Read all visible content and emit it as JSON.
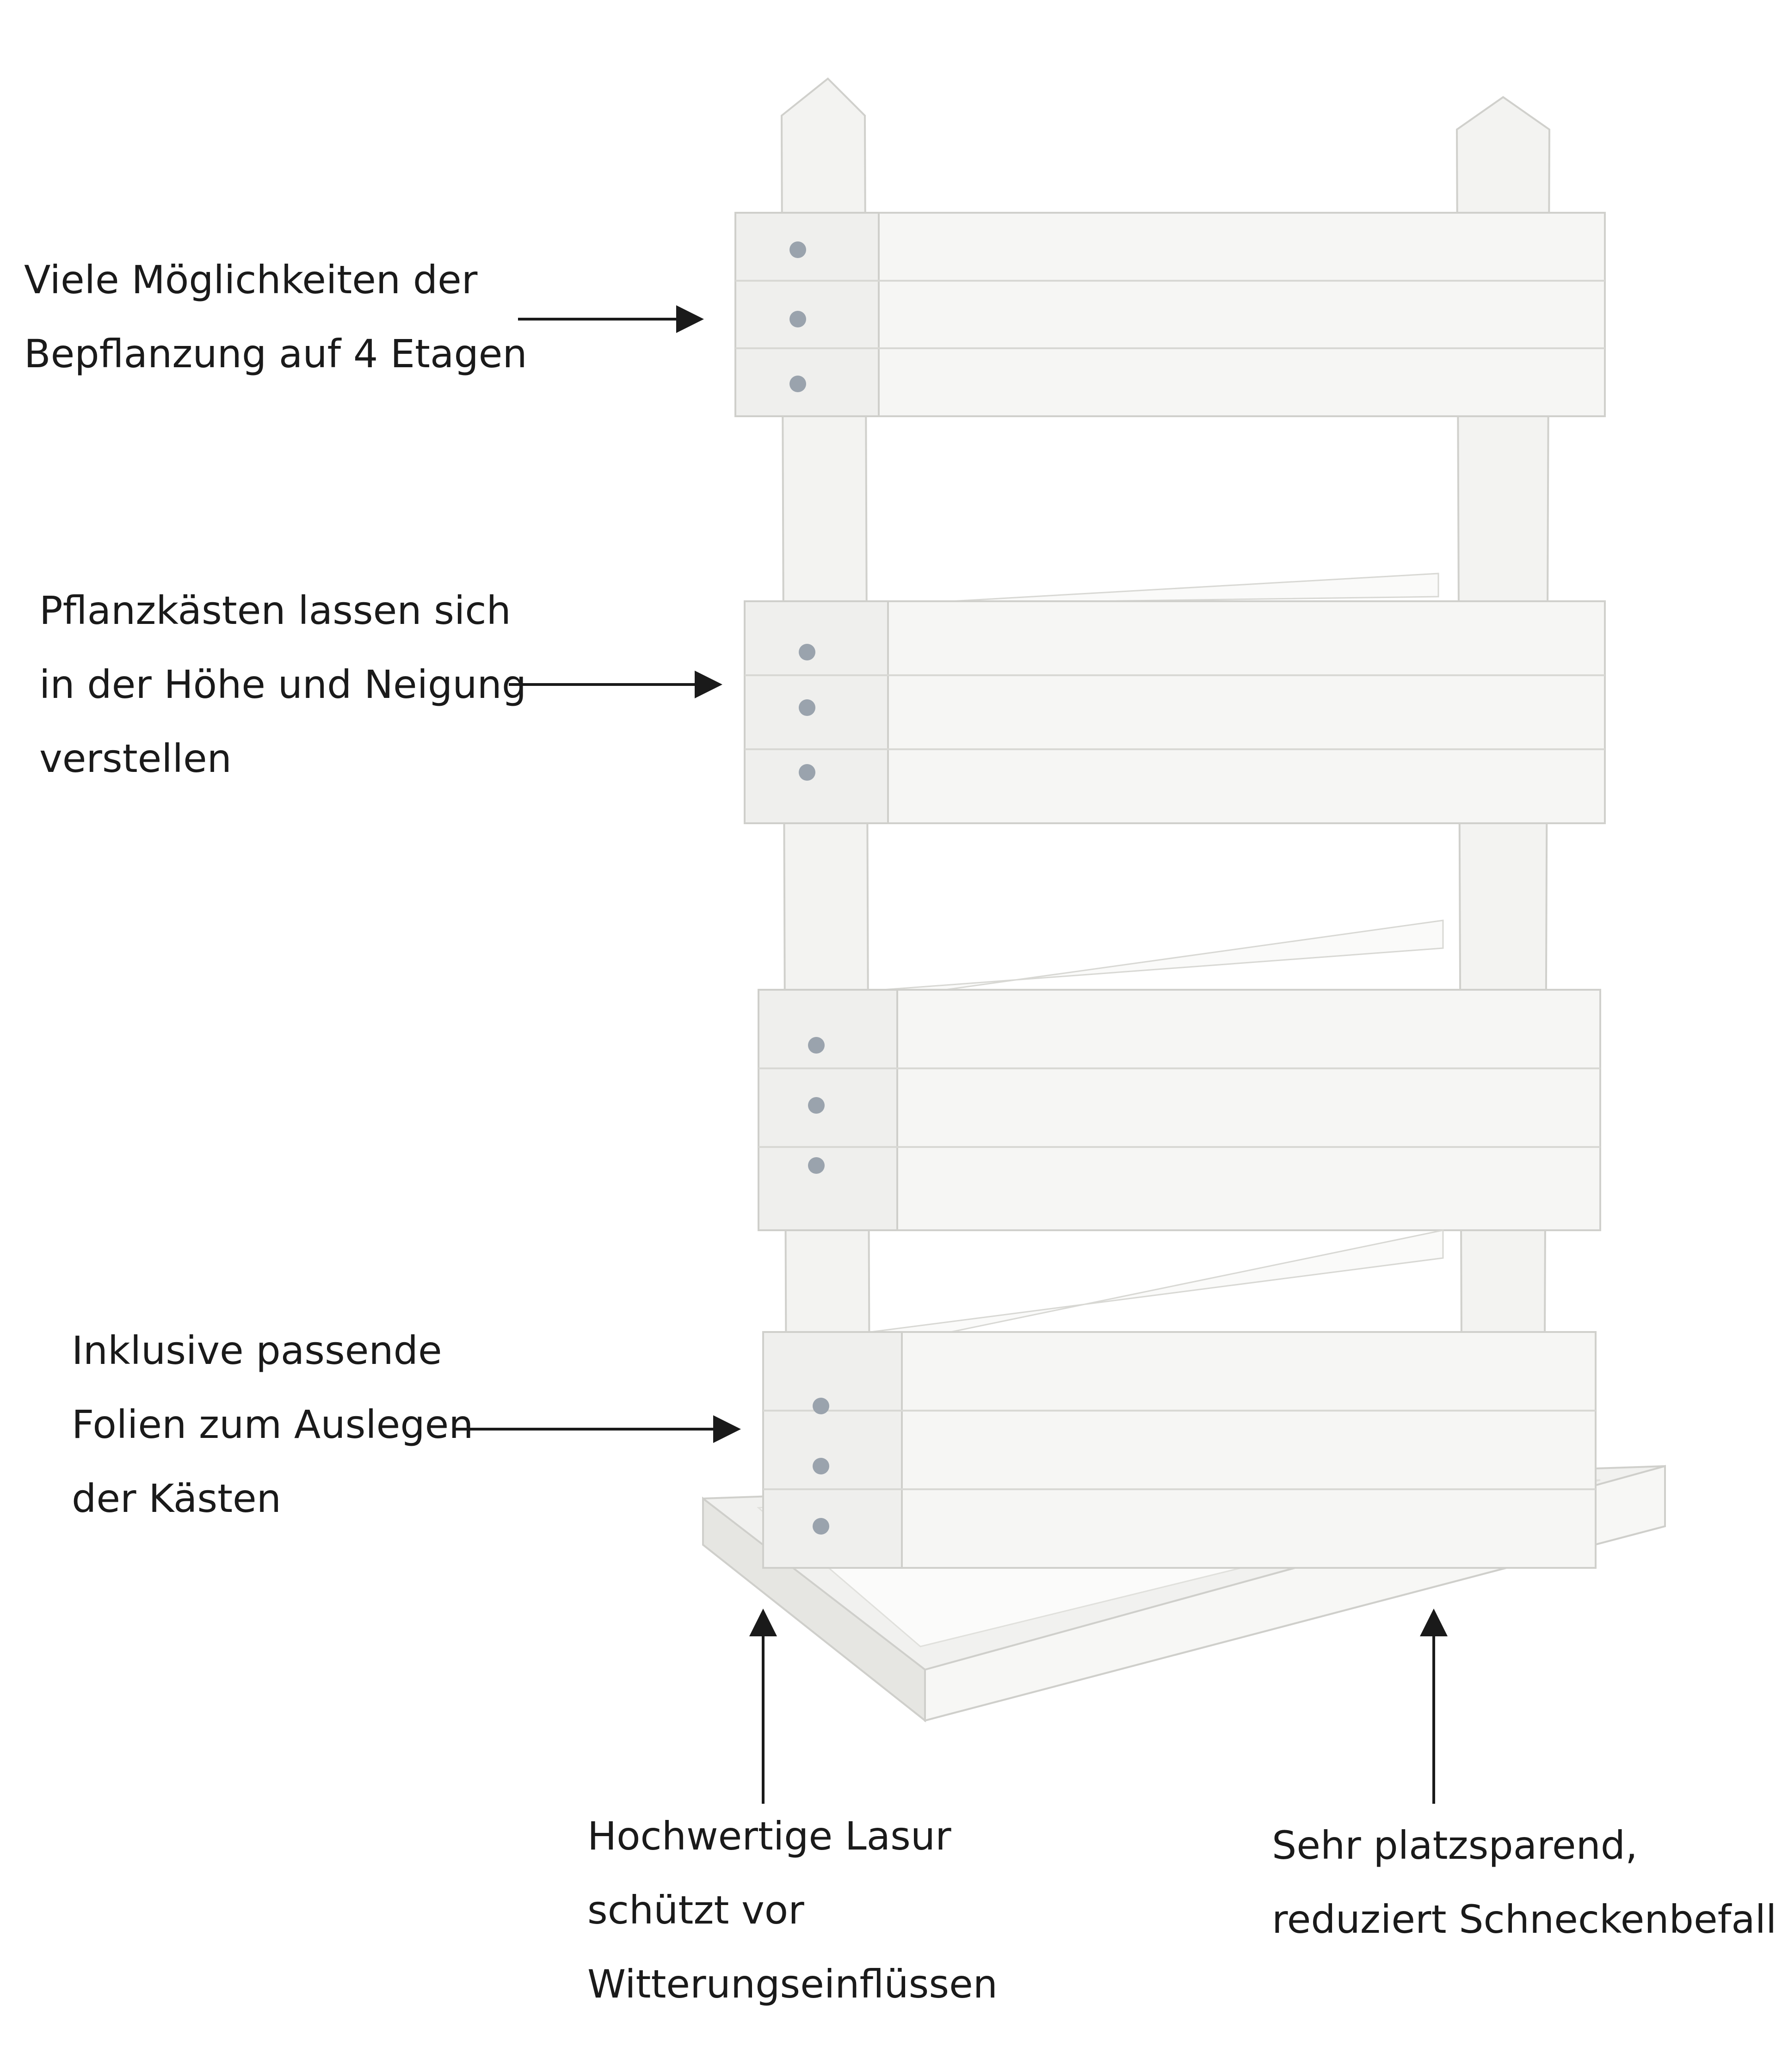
{
  "annotations": {
    "top": {
      "lines": [
        "Viele Möglichkeiten der",
        "Bepflanzung auf 4 Etagen"
      ]
    },
    "middle": {
      "lines": [
        "Pflanzkästen lassen sich",
        "in der Höhe und Neigung",
        "verstellen"
      ]
    },
    "lower": {
      "lines": [
        "Inklusive passende",
        "Folien zum Auslegen",
        "der Kästen"
      ]
    },
    "bottom_left": {
      "lines": [
        "Hochwertige Lasur",
        "schützt vor",
        "Witterungseinflüssen"
      ]
    },
    "bottom_right": {
      "lines": [
        "Sehr platzsparend,",
        "reduziert Schneckenbefall"
      ]
    }
  },
  "colors": {
    "text": "#1a1a1a",
    "wood": "#f4f4f2",
    "wood_shadow": "#dcdcd8",
    "wood_edge": "#c8c8c4",
    "bolt": "#9aa3ad"
  },
  "product": {
    "type": "vertical-wooden-planter",
    "tiers": 4
  }
}
